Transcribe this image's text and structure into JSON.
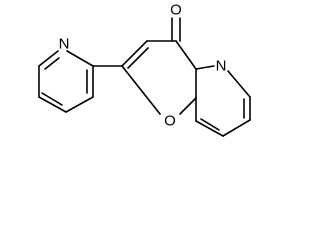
{
  "molecule": {
    "atoms": {
      "pyridine_nitrogen": "N",
      "ring_nitrogen": "N",
      "carbonyl_oxygen": "O",
      "ring_oxygen": "O"
    }
  },
  "colors": {
    "background": "#ffffff",
    "ink": "#000000"
  }
}
